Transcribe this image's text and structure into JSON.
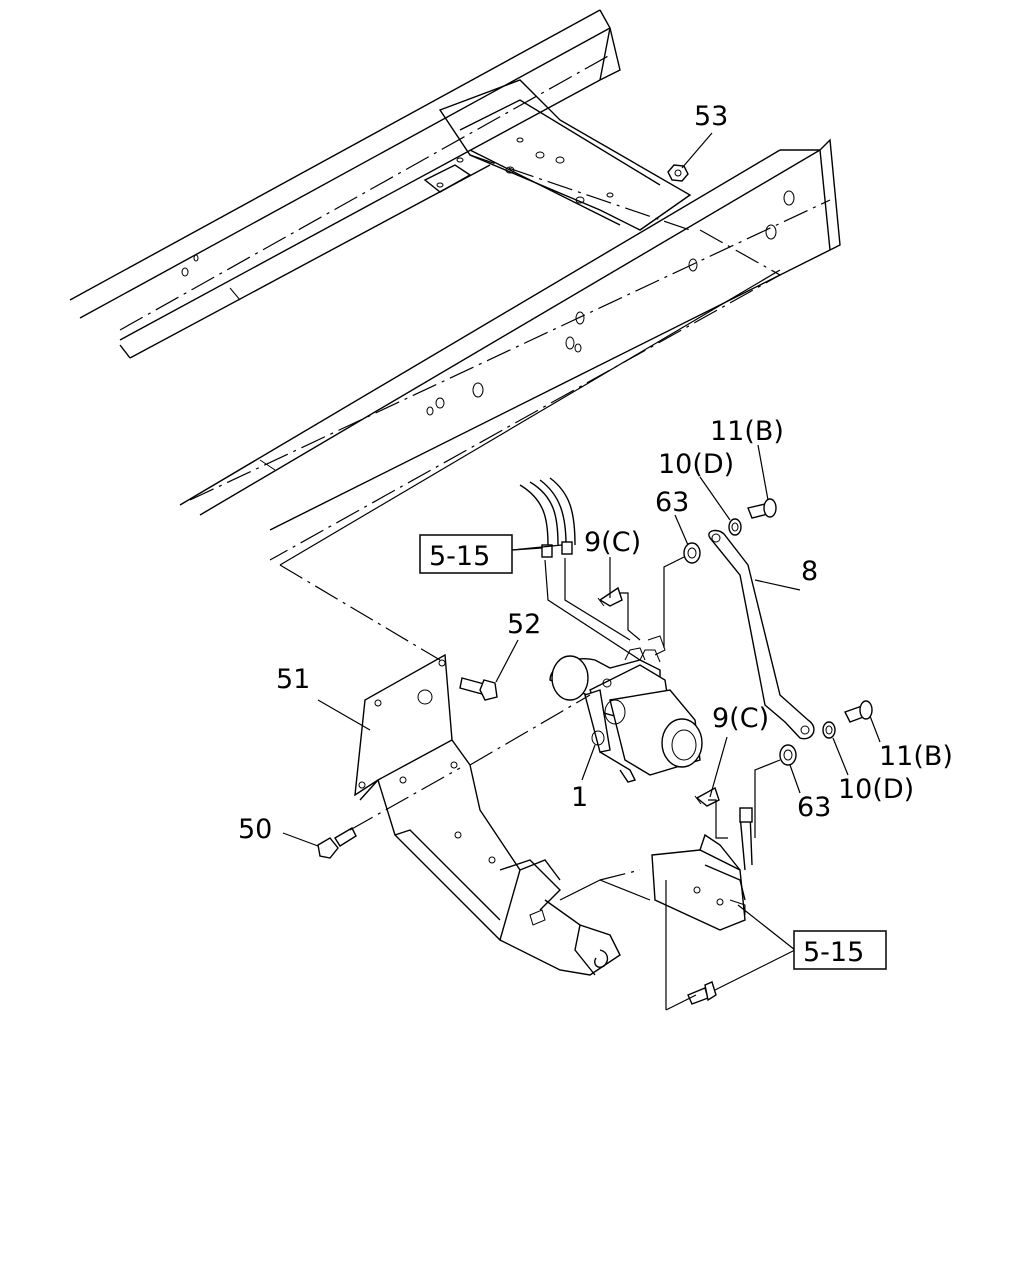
{
  "callouts": [
    {
      "id": "53",
      "text": "53"
    },
    {
      "id": "11b_top",
      "text": "11(B)"
    },
    {
      "id": "10d_top",
      "text": "10(D)"
    },
    {
      "id": "63_top",
      "text": "63"
    },
    {
      "id": "9c_top",
      "text": "9(C)"
    },
    {
      "id": "8",
      "text": "8"
    },
    {
      "id": "52",
      "text": "52"
    },
    {
      "id": "51",
      "text": "51"
    },
    {
      "id": "1",
      "text": "1"
    },
    {
      "id": "9c_bottom",
      "text": "9(C)"
    },
    {
      "id": "11b_bottom",
      "text": "11(B)"
    },
    {
      "id": "10d_bottom",
      "text": "10(D)"
    },
    {
      "id": "63_bottom",
      "text": "63"
    },
    {
      "id": "50",
      "text": "50"
    }
  ],
  "references": [
    {
      "id": "ref_top",
      "text": "5-15"
    },
    {
      "id": "ref_bottom",
      "text": "5-15"
    }
  ]
}
